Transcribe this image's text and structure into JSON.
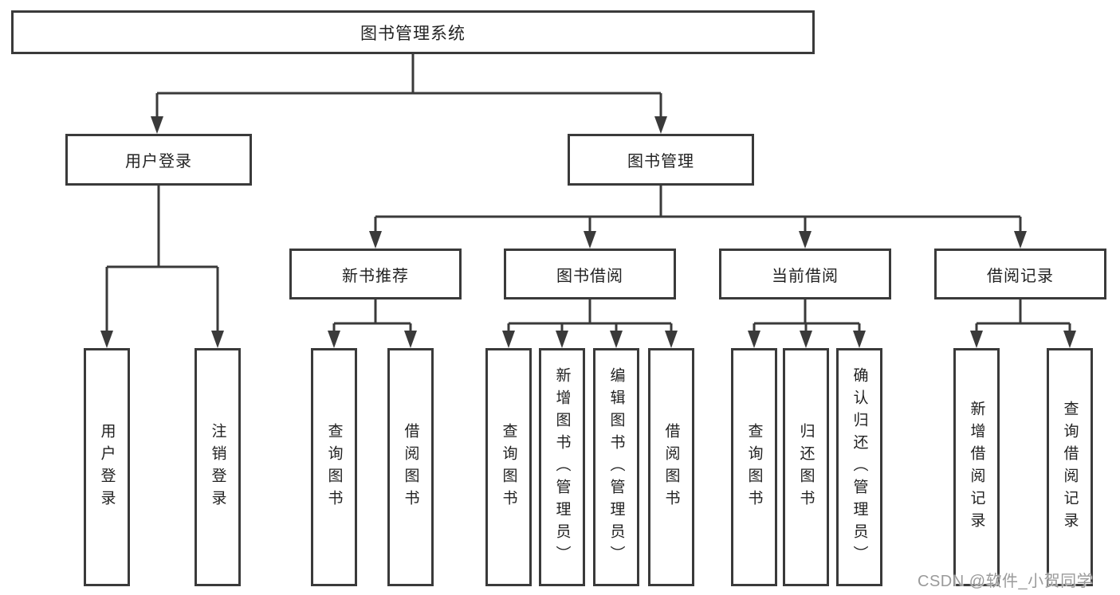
{
  "diagram_title": "图书管理系统",
  "tree": {
    "root": "图书管理系统",
    "l2": [
      "用户登录",
      "图书管理"
    ],
    "l3": [
      "新书推荐",
      "图书借阅",
      "当前借阅",
      "借阅记录"
    ],
    "leaves": {
      "userLogin": [
        "用户登录",
        "注销登录"
      ],
      "newBooks": [
        "查询图书",
        "借阅图书"
      ],
      "borrow": [
        "查询图书",
        "新增图书（管理员）",
        "编辑图书（管理员）",
        "借阅图书"
      ],
      "current": [
        "查询图书",
        "归还图书",
        "确认归还（管理员）"
      ],
      "records": [
        "新增借阅记录",
        "查询借阅记录"
      ]
    }
  },
  "watermark": {
    "text": "CSDN @软件_小贺同学"
  },
  "colors": {
    "line": "#3a3a3a",
    "box_border": "#3a3a3a",
    "text": "#222222",
    "watermark_text": "#9a9a9a",
    "background": "#ffffff"
  }
}
